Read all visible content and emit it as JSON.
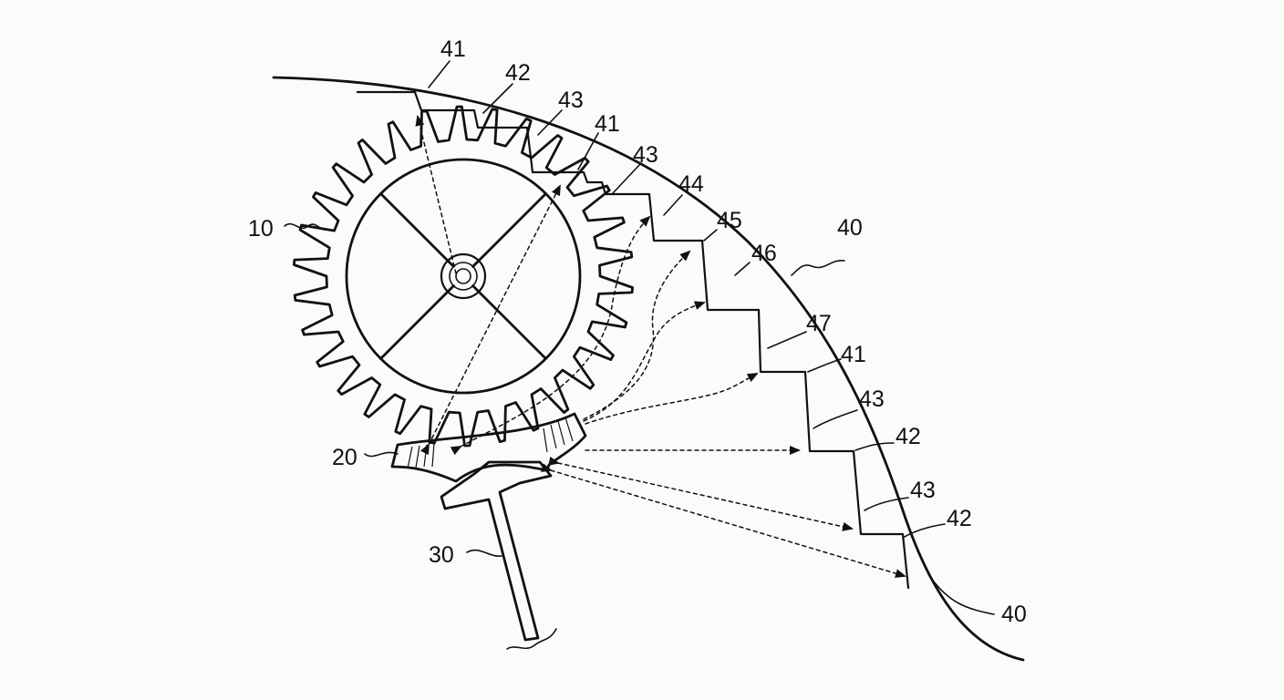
{
  "labels": {
    "gear": "10",
    "pallet": "20",
    "lever": "30",
    "profile": "40",
    "profile_end": "40",
    "seq": [
      {
        "text": "41"
      },
      {
        "text": "42"
      },
      {
        "text": "43"
      },
      {
        "text": "41"
      },
      {
        "text": "43"
      },
      {
        "text": "44"
      },
      {
        "text": "45"
      },
      {
        "text": "46"
      },
      {
        "text": "47"
      },
      {
        "text": "41"
      },
      {
        "text": "43"
      },
      {
        "text": "42"
      },
      {
        "text": "43"
      },
      {
        "text": "42"
      }
    ]
  },
  "style": {
    "ink": "#111111",
    "paper": "#fbfbf9"
  }
}
